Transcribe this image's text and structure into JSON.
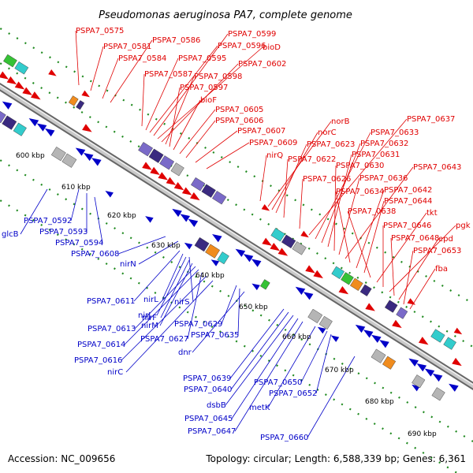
{
  "title": "Pseudomonas aeruginosa PA7, complete genome",
  "footer": {
    "accession": "Accession: NC_009656",
    "summary": "Topology: circular; Length: 6,588,339 bp; Genes: 6,361"
  },
  "ticks": [
    "600 kbp",
    "610 kbp",
    "620 kbp",
    "630 kbp",
    "640 kbp",
    "650 kbp",
    "660 kbp",
    "670 kbp",
    "680 kbp",
    "690 kbp"
  ],
  "labels": [
    {
      "text": "PSPA7_0575",
      "strand": "forward"
    },
    {
      "text": "PSPA7_0581",
      "strand": "forward"
    },
    {
      "text": "PSPA7_0584",
      "strand": "forward"
    },
    {
      "text": "PSPA7_0586",
      "strand": "forward"
    },
    {
      "text": "PSPA7_0587",
      "strand": "forward"
    },
    {
      "text": "PSPA7_0595",
      "strand": "forward"
    },
    {
      "text": "PSPA7_0596",
      "strand": "forward"
    },
    {
      "text": "PSPA7_0599",
      "strand": "forward"
    },
    {
      "text": "bioD",
      "strand": "forward"
    },
    {
      "text": "PSPA7_0602",
      "strand": "forward"
    },
    {
      "text": "PSPA7_0598",
      "strand": "forward"
    },
    {
      "text": "PSPA7_0597",
      "strand": "forward"
    },
    {
      "text": "bioF",
      "strand": "forward"
    },
    {
      "text": "PSPA7_0605",
      "strand": "forward"
    },
    {
      "text": "PSPA7_0606",
      "strand": "forward"
    },
    {
      "text": "PSPA7_0607",
      "strand": "forward"
    },
    {
      "text": "PSPA7_0609",
      "strand": "forward"
    },
    {
      "text": "nirQ",
      "strand": "forward"
    },
    {
      "text": "norB",
      "strand": "forward"
    },
    {
      "text": "norC",
      "strand": "forward"
    },
    {
      "text": "PSPA7_0623",
      "strand": "forward"
    },
    {
      "text": "PSPA7_0622",
      "strand": "forward"
    },
    {
      "text": "PSPA7_0626",
      "strand": "forward"
    },
    {
      "text": "PSPA7_0637",
      "strand": "forward"
    },
    {
      "text": "PSPA7_0633",
      "strand": "forward"
    },
    {
      "text": "PSPA7_0632",
      "strand": "forward"
    },
    {
      "text": "PSPA7_0631",
      "strand": "forward"
    },
    {
      "text": "PSPA7_0630",
      "strand": "forward"
    },
    {
      "text": "PSPA7_0636",
      "strand": "forward"
    },
    {
      "text": "PSPA7_0643",
      "strand": "forward"
    },
    {
      "text": "PSPA7_0634",
      "strand": "forward"
    },
    {
      "text": "PSPA7_0642",
      "strand": "forward"
    },
    {
      "text": "PSPA7_0644",
      "strand": "forward"
    },
    {
      "text": "PSPA7_0638",
      "strand": "forward"
    },
    {
      "text": "tkt",
      "strand": "forward"
    },
    {
      "text": "PSPA7_0646",
      "strand": "forward"
    },
    {
      "text": "pgk",
      "strand": "forward"
    },
    {
      "text": "PSPA7_0648",
      "strand": "forward"
    },
    {
      "text": "epd",
      "strand": "forward"
    },
    {
      "text": "PSPA7_0653",
      "strand": "forward"
    },
    {
      "text": "fba",
      "strand": "forward"
    },
    {
      "text": "glcB",
      "strand": "reverse"
    },
    {
      "text": "PSPA7_0592",
      "strand": "reverse"
    },
    {
      "text": "PSPA7_0593",
      "strand": "reverse"
    },
    {
      "text": "PSPA7_0594",
      "strand": "reverse"
    },
    {
      "text": "PSPA7_0608",
      "strand": "reverse"
    },
    {
      "text": "nirN",
      "strand": "reverse"
    },
    {
      "text": "PSPA7_0611",
      "strand": "reverse"
    },
    {
      "text": "nirL",
      "strand": "reverse"
    },
    {
      "text": "nirS",
      "strand": "reverse"
    },
    {
      "text": "nirJ",
      "strand": "reverse"
    },
    {
      "text": "nirF",
      "strand": "reverse"
    },
    {
      "text": "nirM",
      "strand": "reverse"
    },
    {
      "text": "PSPA7_0613",
      "strand": "reverse"
    },
    {
      "text": "PSPA7_0629",
      "strand": "reverse"
    },
    {
      "text": "PSPA7_0614",
      "strand": "reverse"
    },
    {
      "text": "PSPA7_0627",
      "strand": "reverse"
    },
    {
      "text": "PSPA7_0635",
      "strand": "reverse"
    },
    {
      "text": "dnr",
      "strand": "reverse"
    },
    {
      "text": "PSPA7_0616",
      "strand": "reverse"
    },
    {
      "text": "nirC",
      "strand": "reverse"
    },
    {
      "text": "PSPA7_0639",
      "strand": "reverse"
    },
    {
      "text": "PSPA7_0640",
      "strand": "reverse"
    },
    {
      "text": "PSPA7_0650",
      "strand": "reverse"
    },
    {
      "text": "PSPA7_0652",
      "strand": "reverse"
    },
    {
      "text": "dsbB",
      "strand": "reverse"
    },
    {
      "text": "PSPA7_0645",
      "strand": "reverse"
    },
    {
      "text": "metK",
      "strand": "reverse"
    },
    {
      "text": "PSPA7_0647",
      "strand": "reverse"
    },
    {
      "text": "PSPA7_0660",
      "strand": "reverse"
    }
  ],
  "colors": {
    "forward_strand": "#e00000",
    "reverse_strand": "#0000c8",
    "backbone": "#9a9a9a",
    "dotted_ring": "#1f8a1f",
    "cds_dark": "#3a2a80",
    "cds_mid": "#7a6ac8",
    "cds_cyan": "#33cccc",
    "cds_orange": "#f08c1e",
    "cds_green": "#35c235",
    "cds_grey": "#b5b5b5"
  }
}
